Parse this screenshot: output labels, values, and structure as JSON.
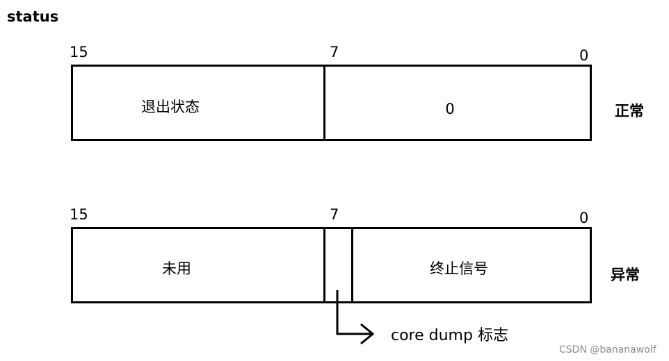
{
  "title": "status",
  "normal": {
    "bit_high": "15",
    "bit_mid": "7",
    "bit_low": "0",
    "left_field": "退出状态",
    "right_field": "0",
    "label": "正常"
  },
  "abnormal": {
    "bit_high": "15",
    "bit_mid": "7",
    "bit_low": "0",
    "left_field": "未用",
    "right_field": "终止信号",
    "label": "异常",
    "core_dump_label": "core dump 标志"
  },
  "watermark": "CSDN @bananawolf",
  "colors": {
    "line": "#000000",
    "watermark": "#8a8a8a"
  }
}
